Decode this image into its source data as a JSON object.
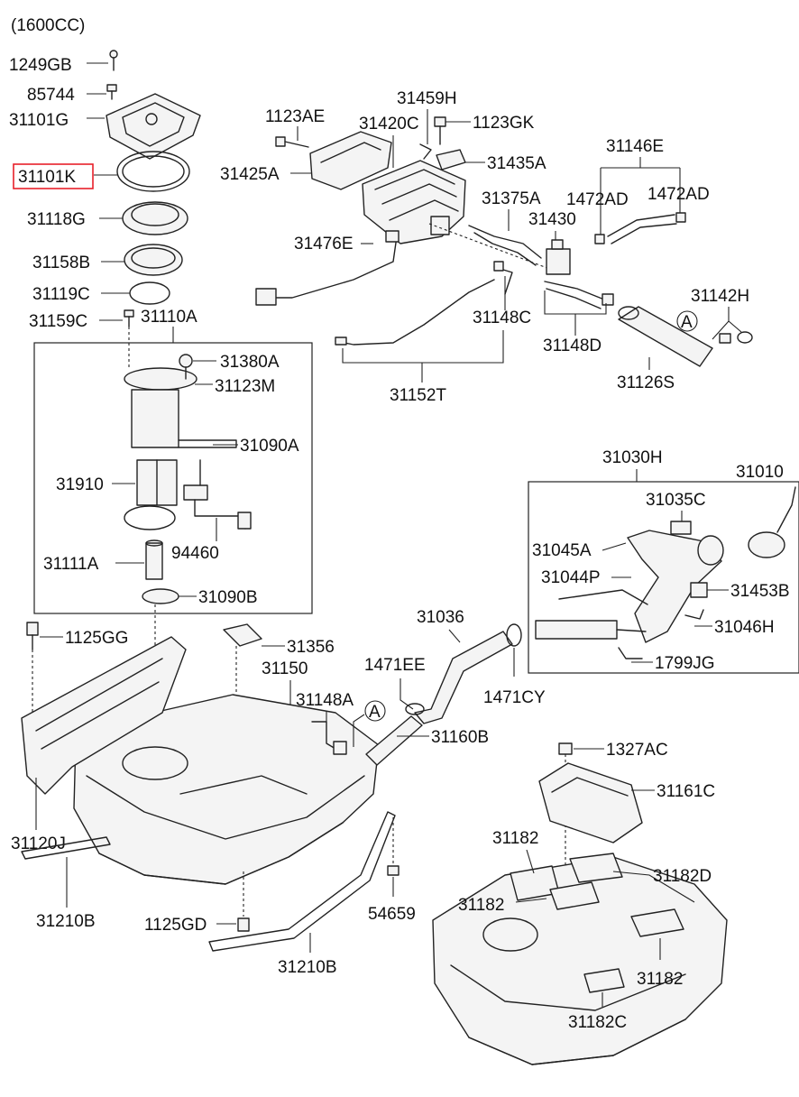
{
  "header": {
    "engine_label": "(1600CC)"
  },
  "highlight_color": "#e8202a",
  "callouts": {
    "ref_a_1": "A",
    "ref_a_2": "A"
  },
  "labels": {
    "p1249GB": "1249GB",
    "p85744": "85744",
    "p31101G": "31101G",
    "p31101K": "31101K",
    "p31118G": "31118G",
    "p31158B": "31158B",
    "p31119C": "31119C",
    "p31159C": "31159C",
    "p31110A": "31110A",
    "p31380A": "31380A",
    "p31123M": "31123M",
    "p31090A": "31090A",
    "p31910": "31910",
    "p94460": "94460",
    "p31111A": "31111A",
    "p31090B": "31090B",
    "p1125GG": "1125GG",
    "p31356": "31356",
    "p31150": "31150",
    "p31148A": "31148A",
    "p31120J": "31120J",
    "p31210B_1": "31210B",
    "p31210B_2": "31210B",
    "p1125GD": "1125GD",
    "p54659": "54659",
    "p1123AE": "1123AE",
    "p31420C": "31420C",
    "p31459H": "31459H",
    "p1123GK": "1123GK",
    "p31425A": "31425A",
    "p31435A": "31435A",
    "p31146E": "31146E",
    "p31375A": "31375A",
    "p31430": "31430",
    "p1472AD_1": "1472AD",
    "p1472AD_2": "1472AD",
    "p31476E": "31476E",
    "p31142H": "31142H",
    "p31148C": "31148C",
    "p31148D": "31148D",
    "p31152T": "31152T",
    "p31126S": "31126S",
    "p31030H": "31030H",
    "p31010": "31010",
    "p31035C": "31035C",
    "p31045A": "31045A",
    "p31044P": "31044P",
    "p31453B": "31453B",
    "p31046H": "31046H",
    "p1799JG": "1799JG",
    "p31036": "31036",
    "p1471EE": "1471EE",
    "p1471CY": "1471CY",
    "p31160B": "31160B",
    "p1327AC": "1327AC",
    "p31161C": "31161C",
    "p31182_1": "31182",
    "p31182D": "31182D",
    "p31182_2": "31182",
    "p31182_3": "31182",
    "p31182C": "31182C"
  }
}
